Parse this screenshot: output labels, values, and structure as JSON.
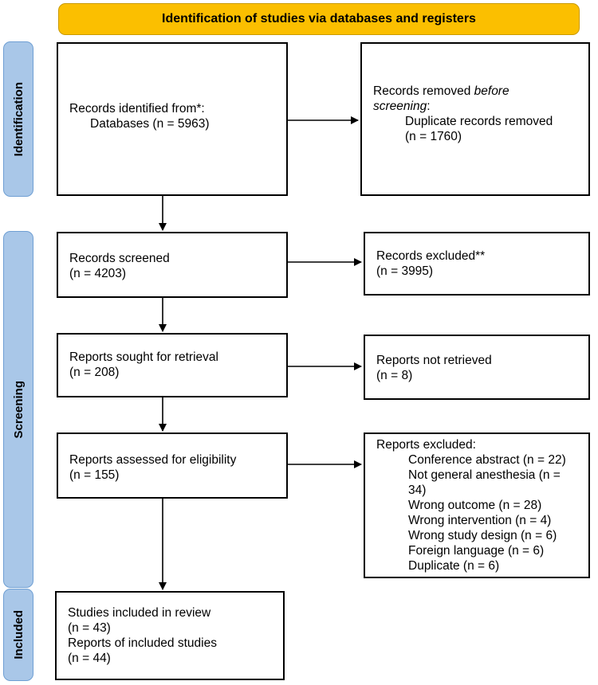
{
  "header": {
    "title": "Identification of studies via databases and registers"
  },
  "stages": {
    "identification": "Identification",
    "screening": "Screening",
    "included": "Included"
  },
  "boxes": {
    "records_identified": {
      "line1": "Records identified from*:",
      "line2": "Databases (n = 5963)"
    },
    "records_removed": {
      "line1a": "Records removed ",
      "line1b": "before",
      "line2": "screening",
      "line2b": ":",
      "line3": "Duplicate records removed",
      "line4": "(n = 1760)"
    },
    "records_screened": {
      "line1": "Records screened",
      "line2": "(n = 4203)"
    },
    "records_excluded": {
      "line1": "Records excluded**",
      "line2": "(n = 3995)"
    },
    "reports_sought": {
      "line1": "Reports sought for retrieval",
      "line2": "(n = 208)"
    },
    "reports_not_retrieved": {
      "line1": "Reports not retrieved",
      "line2": "(n = 8)"
    },
    "reports_assessed": {
      "line1": "Reports assessed for eligibility",
      "line2": "(n = 155)"
    },
    "reports_excluded": {
      "title": "Reports excluded:",
      "reasons": [
        "Conference abstract (n = 22)",
        "Not general anesthesia (n =",
        "34)",
        "Wrong outcome (n = 28)",
        "Wrong intervention (n = 4)",
        "Wrong study design (n = 6)",
        "Foreign language (n = 6)",
        "Duplicate (n = 6)"
      ]
    },
    "studies_included": {
      "line1": "Studies included in review",
      "line2": "(n = 43)",
      "line3": "Reports of included studies",
      "line4": "(n = 44)"
    }
  }
}
